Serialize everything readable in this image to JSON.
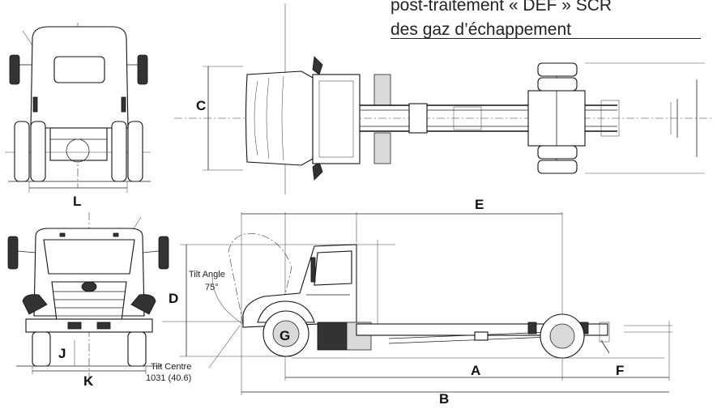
{
  "note": {
    "line1": "post-traitement « DEF » SCR",
    "line2": "des gaz d’échappement"
  },
  "dimension_labels": {
    "A": "A",
    "B": "B",
    "C": "C",
    "D": "D",
    "E": "E",
    "F": "F",
    "G": "G",
    "J": "J",
    "K": "K",
    "L": "L"
  },
  "annotations": {
    "tilt_angle_label": "Tilt Angle",
    "tilt_angle_value": "75°",
    "tilt_centre_label": "Tilt Centre",
    "tilt_centre_value": "1031 (40.6)"
  }
}
